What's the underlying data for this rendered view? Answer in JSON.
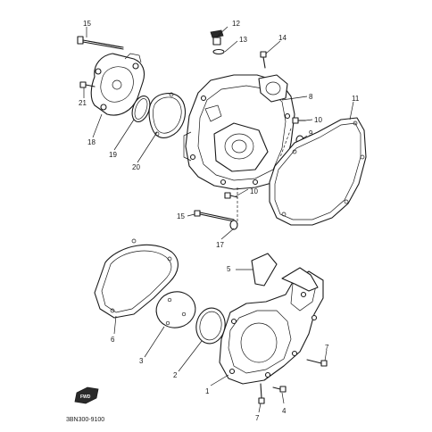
{
  "diagram": {
    "catalog_code": "3BN300-9100",
    "fwd_badge": "FWD",
    "callouts": [
      {
        "id": "c15a",
        "text": "15"
      },
      {
        "id": "c12",
        "text": "12"
      },
      {
        "id": "c13",
        "text": "13"
      },
      {
        "id": "c14",
        "text": "14"
      },
      {
        "id": "c21",
        "text": "21"
      },
      {
        "id": "c18",
        "text": "18"
      },
      {
        "id": "c19",
        "text": "19"
      },
      {
        "id": "c20",
        "text": "20"
      },
      {
        "id": "c8",
        "text": "8"
      },
      {
        "id": "c11",
        "text": "11"
      },
      {
        "id": "c10a",
        "text": "10"
      },
      {
        "id": "c9",
        "text": "9"
      },
      {
        "id": "c10b",
        "text": "10"
      },
      {
        "id": "c15b",
        "text": "15"
      },
      {
        "id": "c17",
        "text": "17"
      },
      {
        "id": "c5",
        "text": "5"
      },
      {
        "id": "c6",
        "text": "6"
      },
      {
        "id": "c3",
        "text": "3"
      },
      {
        "id": "c2",
        "text": "2"
      },
      {
        "id": "c1",
        "text": "1"
      },
      {
        "id": "c7a",
        "text": "7"
      },
      {
        "id": "c4",
        "text": "4"
      },
      {
        "id": "c7b",
        "text": "7"
      }
    ]
  }
}
